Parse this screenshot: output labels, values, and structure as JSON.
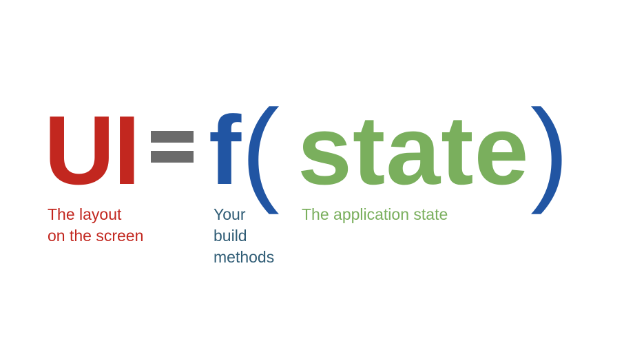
{
  "formula": {
    "left": "UI",
    "function_name": "f",
    "open_paren": "(",
    "argument": "state",
    "close_paren": ")"
  },
  "captions": {
    "ui": [
      "The layout",
      "on the screen"
    ],
    "build": [
      "Your",
      "build",
      "methods"
    ],
    "state": [
      "The application state"
    ]
  },
  "colors": {
    "ui": "#c2271f",
    "equals": "#6b6b6b",
    "function": "#2155a3",
    "state": "#7aaf5d",
    "build_caption": "#2f5c75"
  }
}
